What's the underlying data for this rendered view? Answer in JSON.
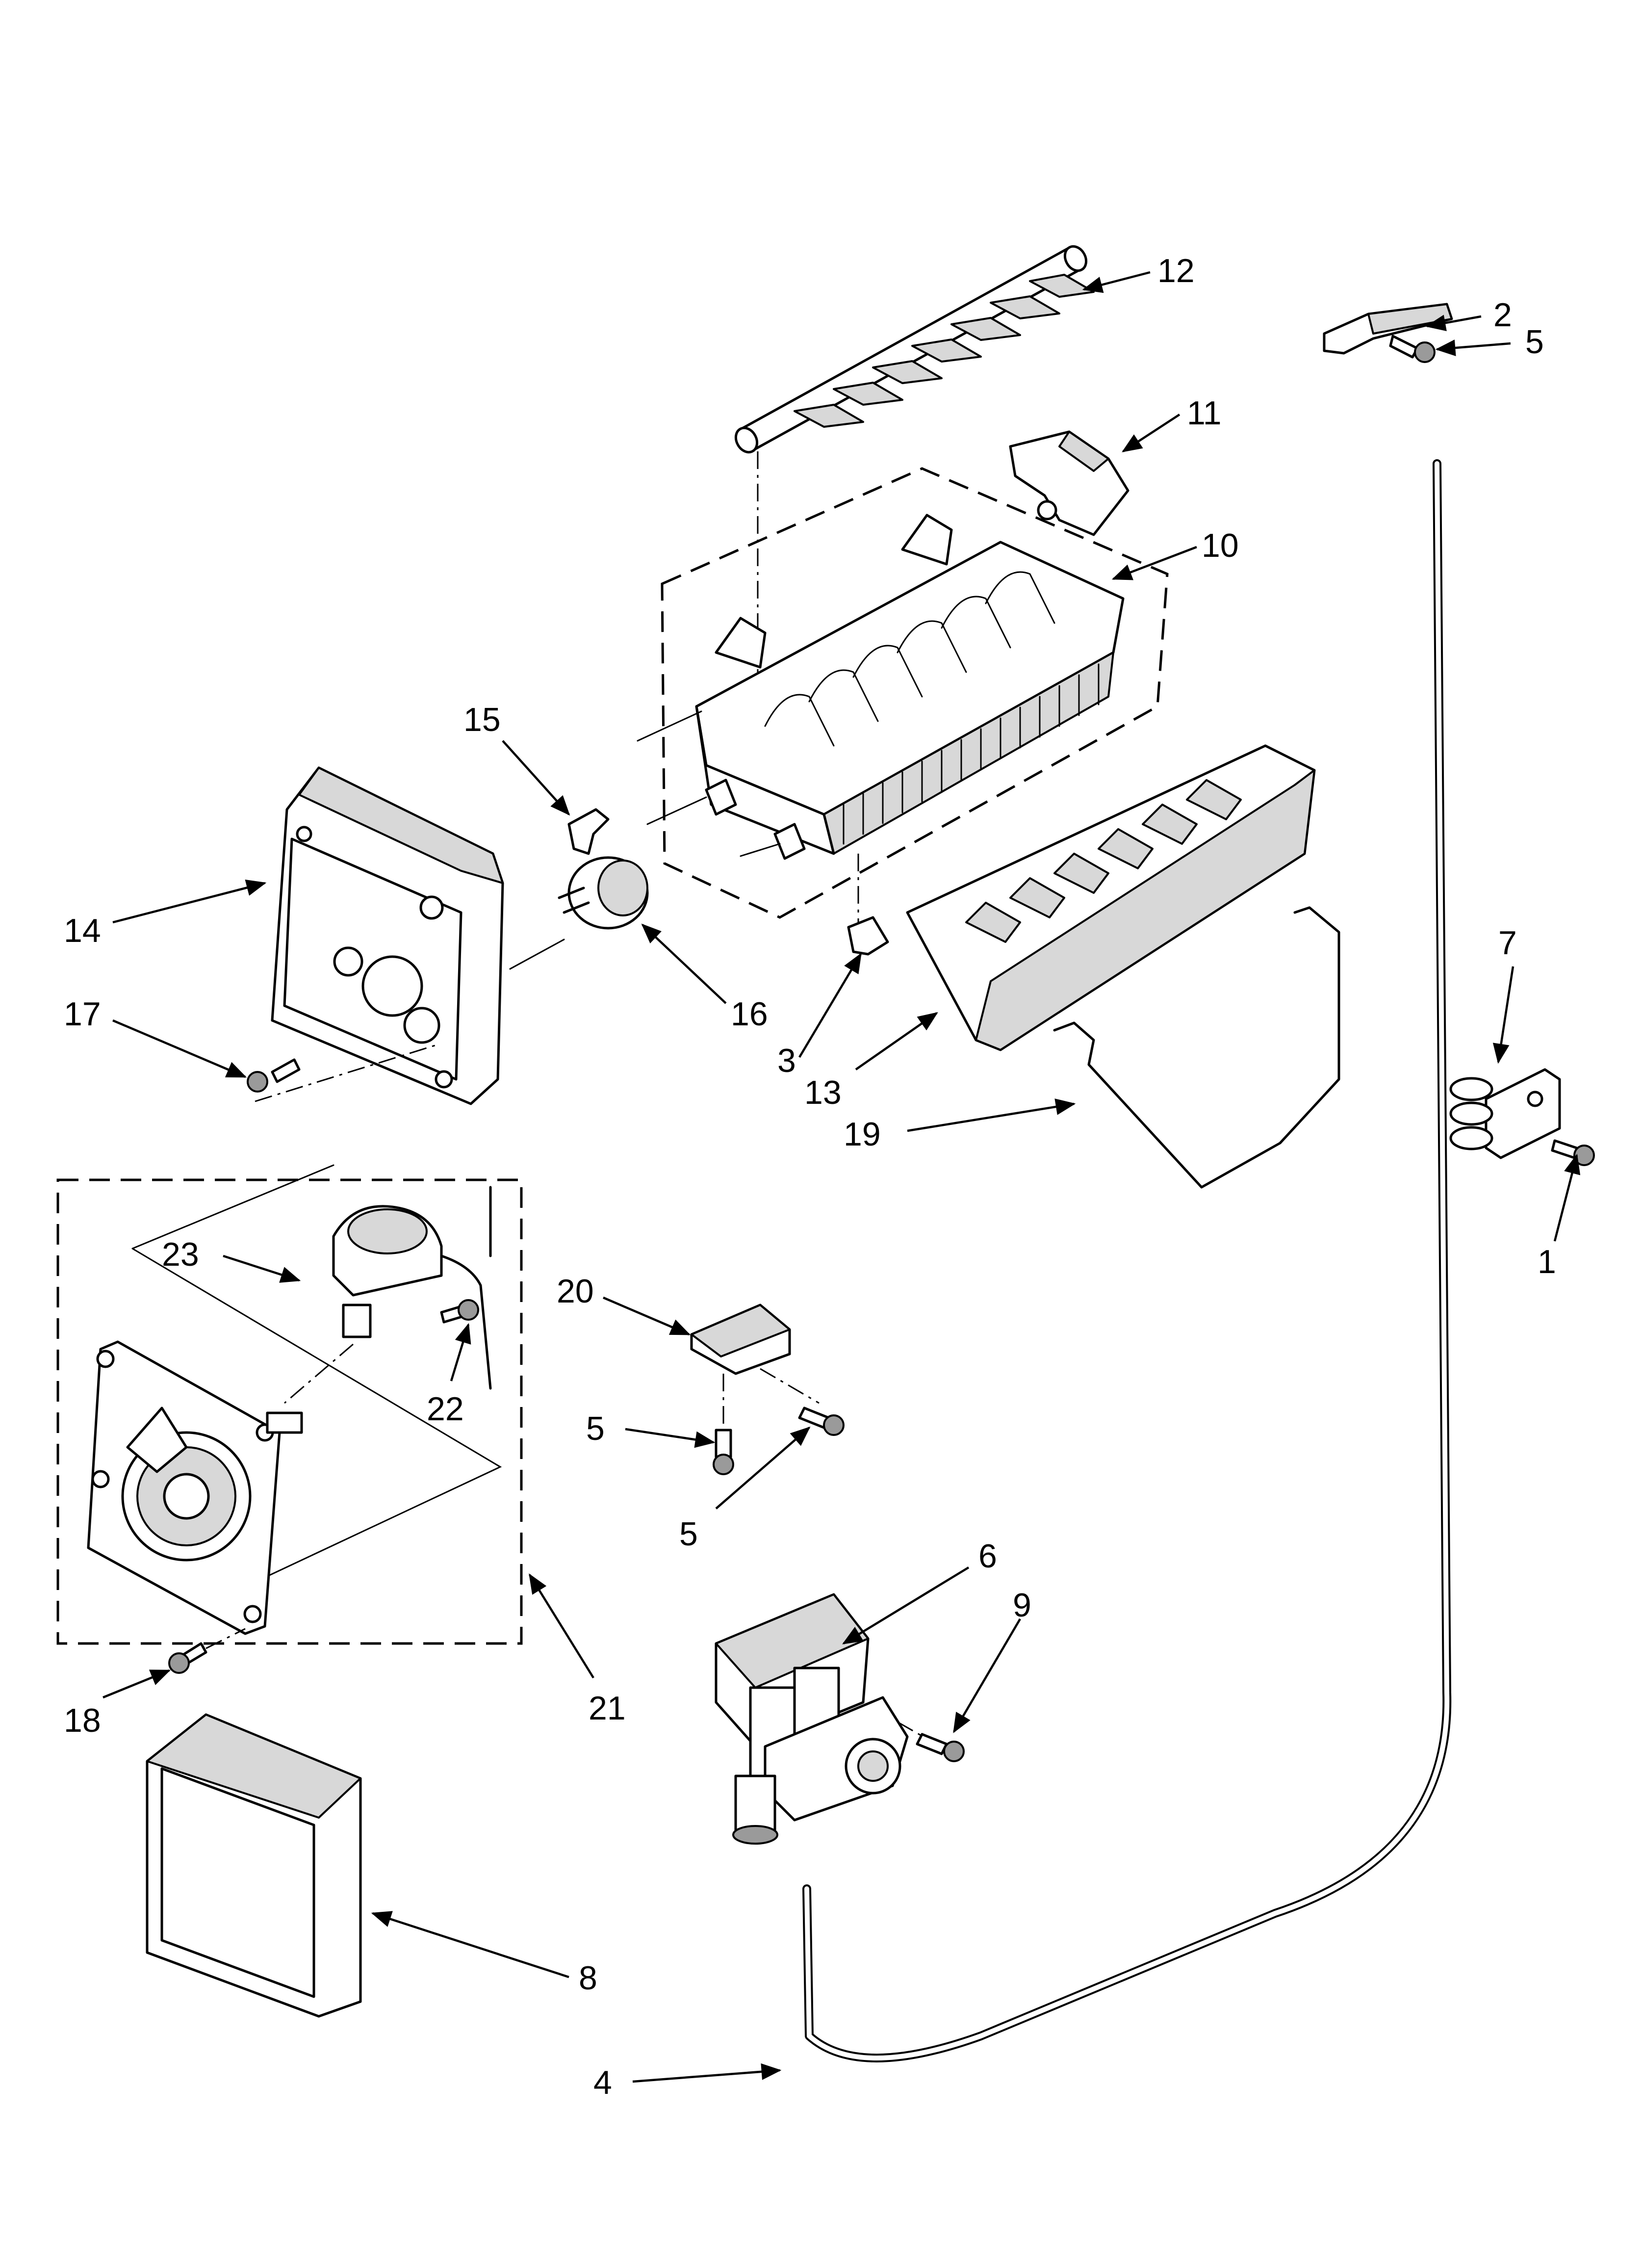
{
  "callouts": [
    {
      "id": "c1",
      "label": "1"
    },
    {
      "id": "c2",
      "label": "2"
    },
    {
      "id": "c3",
      "label": "3"
    },
    {
      "id": "c4",
      "label": "4"
    },
    {
      "id": "c5a",
      "label": "5"
    },
    {
      "id": "c5b",
      "label": "5"
    },
    {
      "id": "c5c",
      "label": "5"
    },
    {
      "id": "c6",
      "label": "6"
    },
    {
      "id": "c7",
      "label": "7"
    },
    {
      "id": "c8",
      "label": "8"
    },
    {
      "id": "c9",
      "label": "9"
    },
    {
      "id": "c10",
      "label": "10"
    },
    {
      "id": "c11",
      "label": "11"
    },
    {
      "id": "c12",
      "label": "12"
    },
    {
      "id": "c13",
      "label": "13"
    },
    {
      "id": "c14",
      "label": "14"
    },
    {
      "id": "c15",
      "label": "15"
    },
    {
      "id": "c16",
      "label": "16"
    },
    {
      "id": "c17",
      "label": "17"
    },
    {
      "id": "c18",
      "label": "18"
    },
    {
      "id": "c19",
      "label": "19"
    },
    {
      "id": "c20",
      "label": "20"
    },
    {
      "id": "c21",
      "label": "21"
    },
    {
      "id": "c22",
      "label": "22"
    },
    {
      "id": "c23",
      "label": "23"
    }
  ]
}
